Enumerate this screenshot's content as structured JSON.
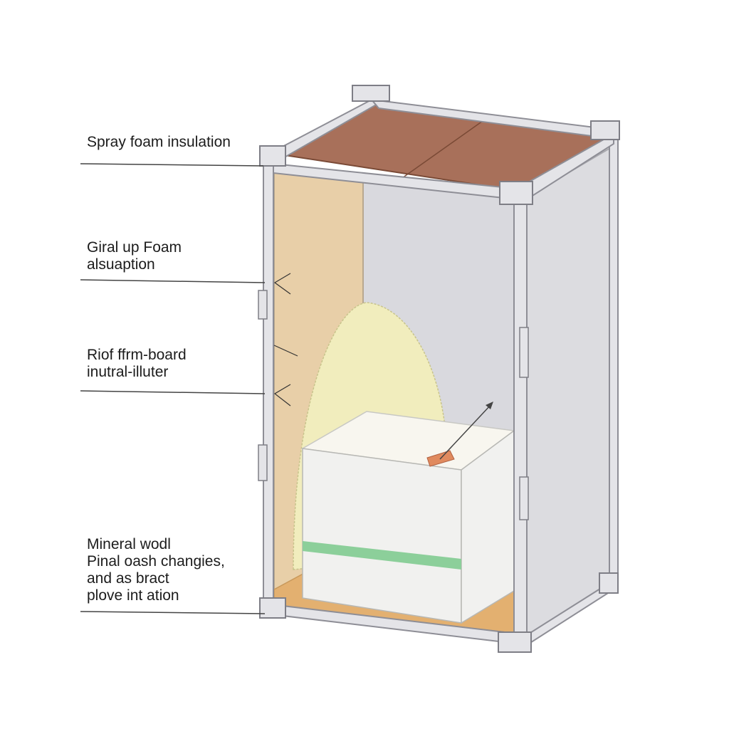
{
  "labels": {
    "spray_foam": "Spray foam insulation",
    "grial": "Giral up Foam\nalsuaption",
    "rioof": "Riof ffrm-board\ninutral-illuter",
    "mineral": "Mineral wodl\nPinal oash changies,\nand as bract\nplove int ation"
  },
  "colors": {
    "roof": "#a8705a",
    "frame": "#e4e4e8",
    "left_panel": "#e8cfa8",
    "back_panel": "#d9d9de",
    "right_panel": "#dcdce0",
    "foam_dome": "#f1edbd",
    "floor": "#e3b070",
    "box_front": "#f1f1ef",
    "box_top": "#f8f6ef",
    "stripe": "#8ccf9a",
    "brick": "#e08a5e"
  }
}
